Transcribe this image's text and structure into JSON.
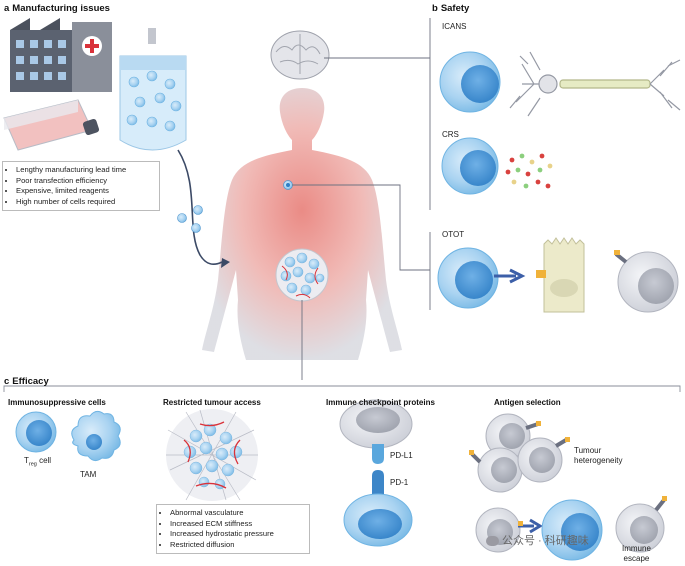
{
  "panel_a": {
    "letter": "a",
    "title": "Manufacturing issues",
    "bullets": [
      "Lengthy manufacturing lead time",
      "Poor transfection efficiency",
      "Expensive, limited reagents",
      "High number of cells required"
    ]
  },
  "panel_b": {
    "letter": "b",
    "title": "Safety",
    "icans_label": "ICANS",
    "crs_label": "CRS",
    "otot_label": "OTOT"
  },
  "panel_c": {
    "letter": "c",
    "title": "Efficacy",
    "immunosuppressive": {
      "title": "Immunosuppressive cells",
      "treg_label": "T",
      "treg_sub": "reg",
      "treg_suffix": " cell",
      "tam_label": "TAM"
    },
    "tumour_access": {
      "title": "Restricted tumour access",
      "bullets": [
        "Abnormal vasculature",
        "Increased ECM stiffness",
        "Increased hydrostatic pressure",
        "Restricted diffusion"
      ]
    },
    "checkpoint": {
      "title": "Immune checkpoint  proteins",
      "pdl1_label": "PD-L1",
      "pd1_label": "PD-1"
    },
    "antigen": {
      "title": "Antigen selection",
      "heterogeneity_label_1": "Tumour",
      "heterogeneity_label_2": "heterogeneity",
      "escape_label_1": "Immune",
      "escape_label_2": "escape"
    }
  },
  "watermark": "公众号 · 科研趣味",
  "colors": {
    "car_t_blue": "#6fb4e3",
    "tumour_grey": "#d9dbe2",
    "body_pink": "#f0b9b5",
    "body_grey": "#dcdde3",
    "vessel_red": "#d9323a"
  }
}
